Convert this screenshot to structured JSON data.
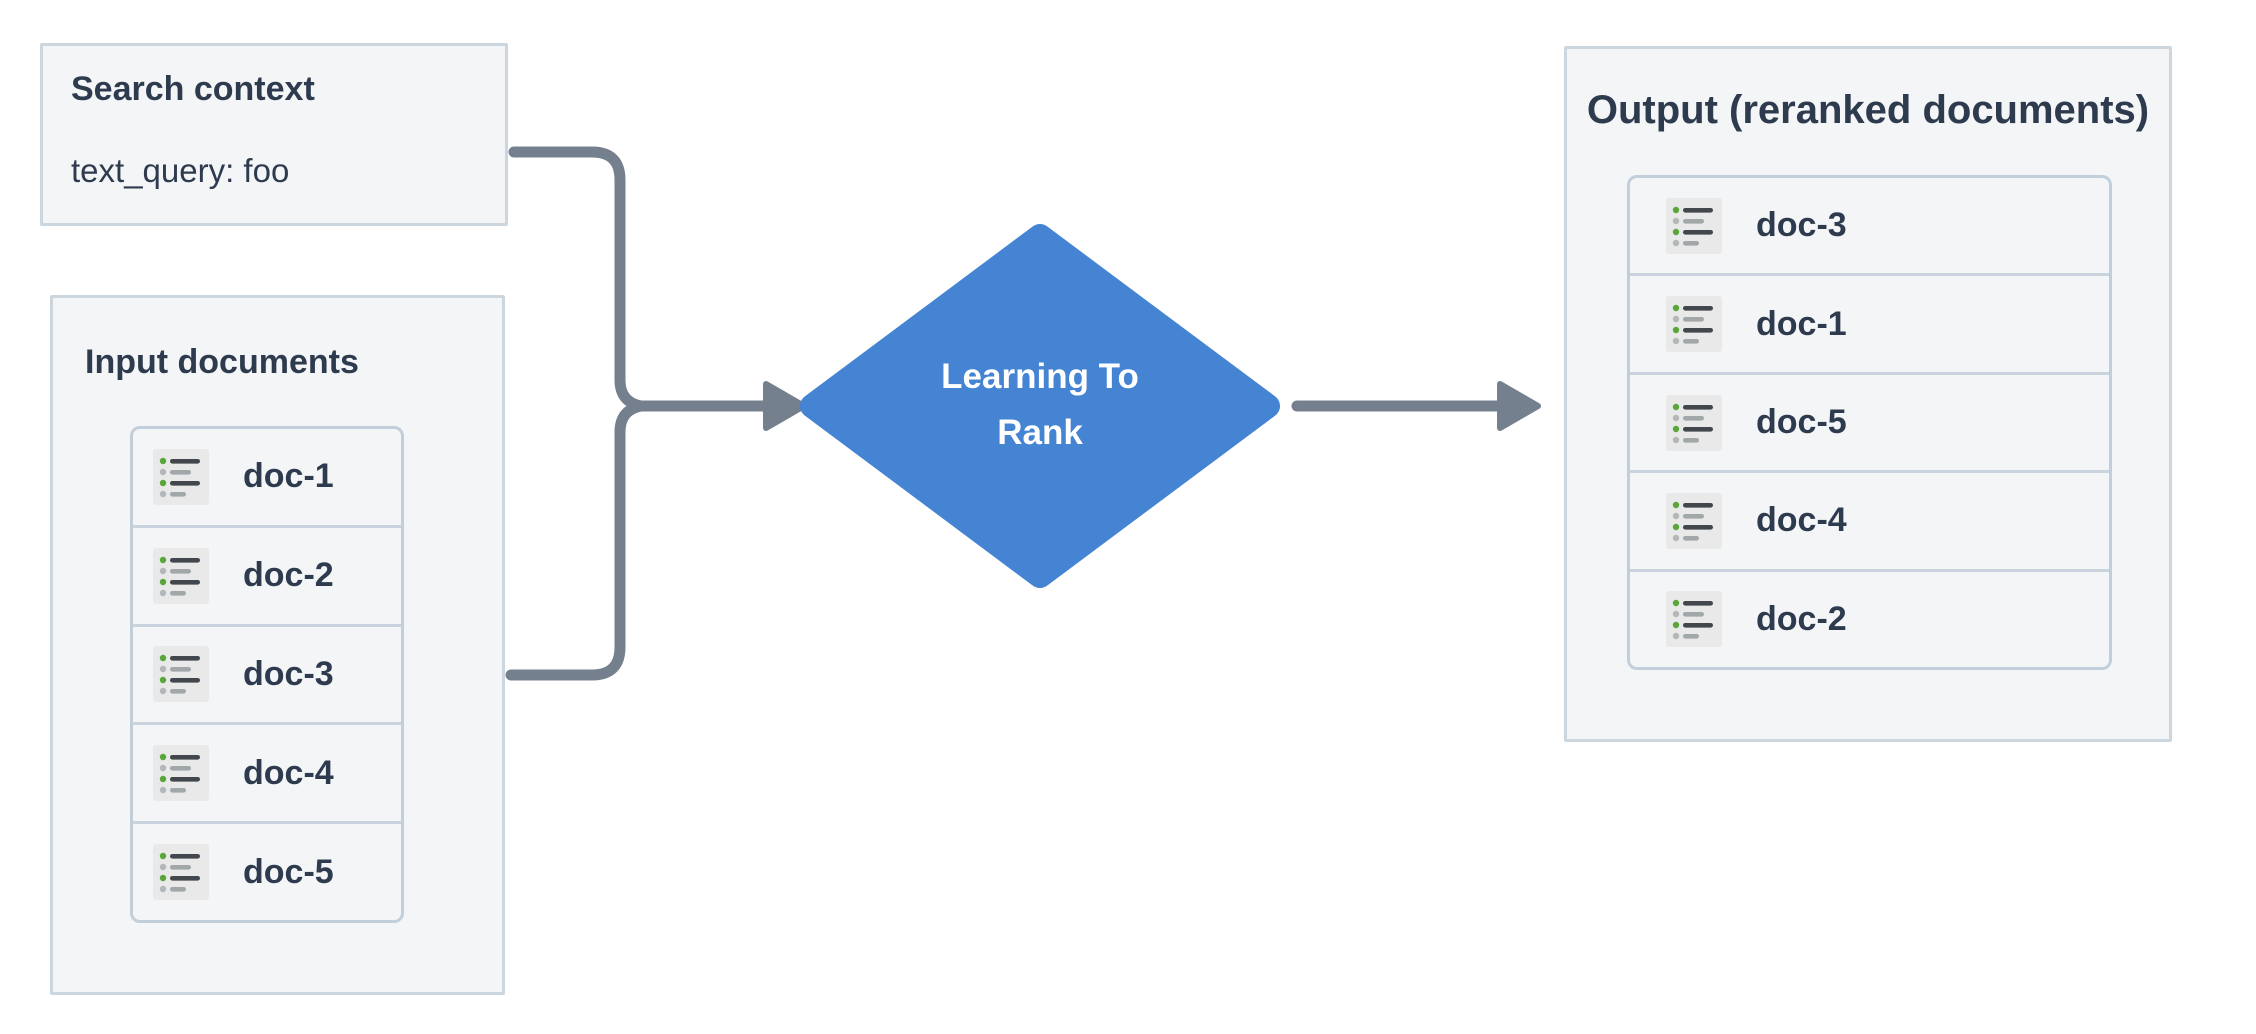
{
  "colors": {
    "page_bg": "#ffffff",
    "box_bg": "#f3f5f7",
    "box_border": "#ccd6de",
    "list_border": "#c2cfda",
    "text_dark": "#2e3b4e",
    "arrow_gray": "#75808e",
    "diamond_blue": "#4583d3",
    "icon_green": "#5aa63b",
    "diamond_text": "#ffffff"
  },
  "search_context": {
    "title": "Search context",
    "query_line": "text_query: foo"
  },
  "input_documents": {
    "title": "Input documents",
    "docs": [
      "doc-1",
      "doc-2",
      "doc-3",
      "doc-4",
      "doc-5"
    ]
  },
  "processor": {
    "line1": "Learning To",
    "line2": "Rank"
  },
  "output_documents": {
    "title": "Output (reranked documents)",
    "docs": [
      "doc-3",
      "doc-1",
      "doc-5",
      "doc-4",
      "doc-2"
    ]
  }
}
